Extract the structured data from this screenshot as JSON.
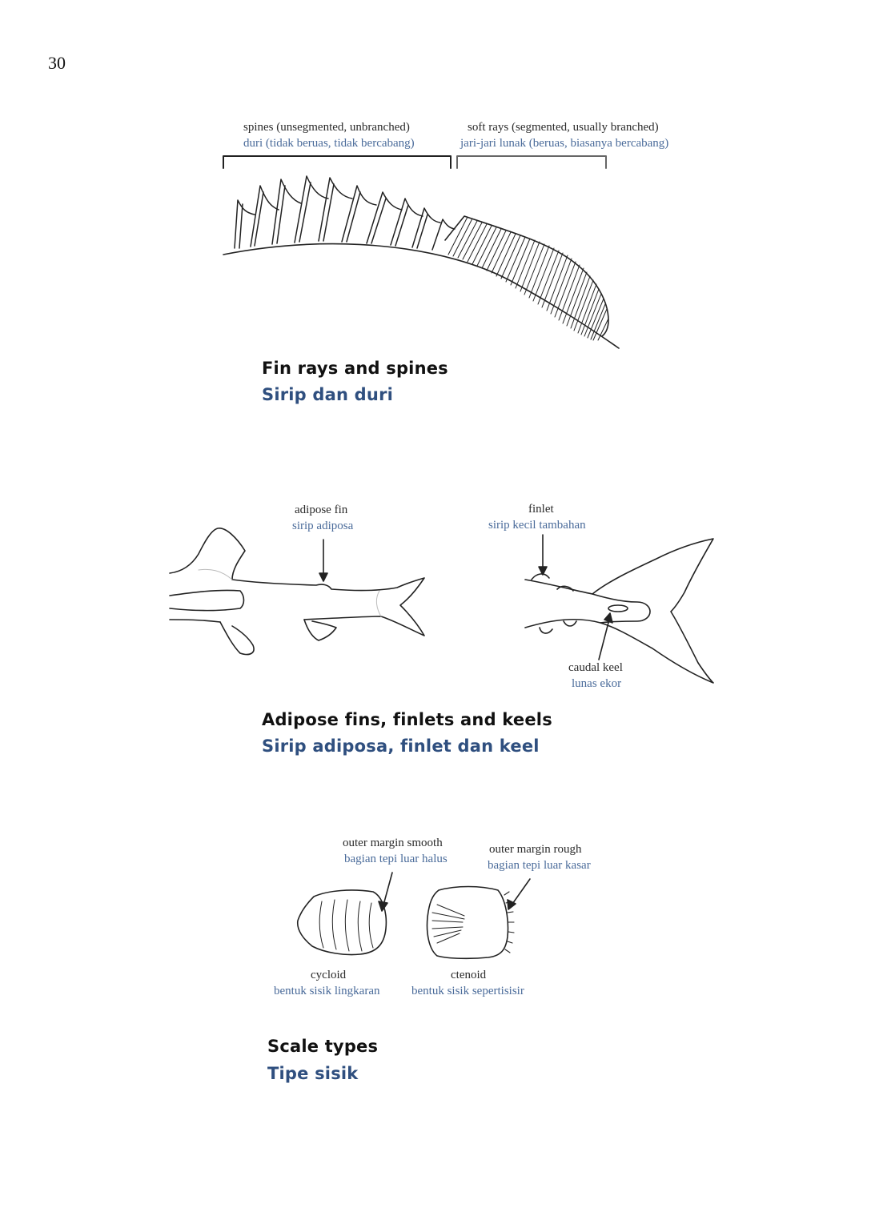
{
  "page": {
    "number": "30"
  },
  "fin_rays": {
    "spines_label_en": "spines (unsegmented, unbranched)",
    "spines_label_id": "duri (tidak beruas, tidak bercabang)",
    "soft_label_en": "soft rays (segmented, usually branched)",
    "soft_label_id": "jari-jari lunak (beruas, biasanya bercabang)",
    "caption_en": "Fin rays and spines",
    "caption_id": "Sirip dan duri"
  },
  "adipose": {
    "adipose_label_en": "adipose fin",
    "adipose_label_id": "sirip adiposa",
    "finlet_label_en": "finlet",
    "finlet_label_id": "sirip kecil tambahan",
    "keel_label_en": "caudal keel",
    "keel_label_id": "lunas ekor",
    "caption_en": "Adipose fins, finlets and keels",
    "caption_id": "Sirip adiposa, finlet dan keel"
  },
  "scales": {
    "smooth_label_en": "outer margin smooth",
    "smooth_label_id": "bagian tepi luar halus",
    "rough_label_en": "outer margin rough",
    "rough_label_id": "bagian tepi luar kasar",
    "cycloid_label_en": "cycloid",
    "cycloid_label_id": "bentuk sisik lingkaran",
    "ctenoid_label_en": "ctenoid",
    "ctenoid_label_id": "bentuk sisik sepertisisir",
    "caption_en": "Scale types",
    "caption_id": "Tipe sisik"
  }
}
